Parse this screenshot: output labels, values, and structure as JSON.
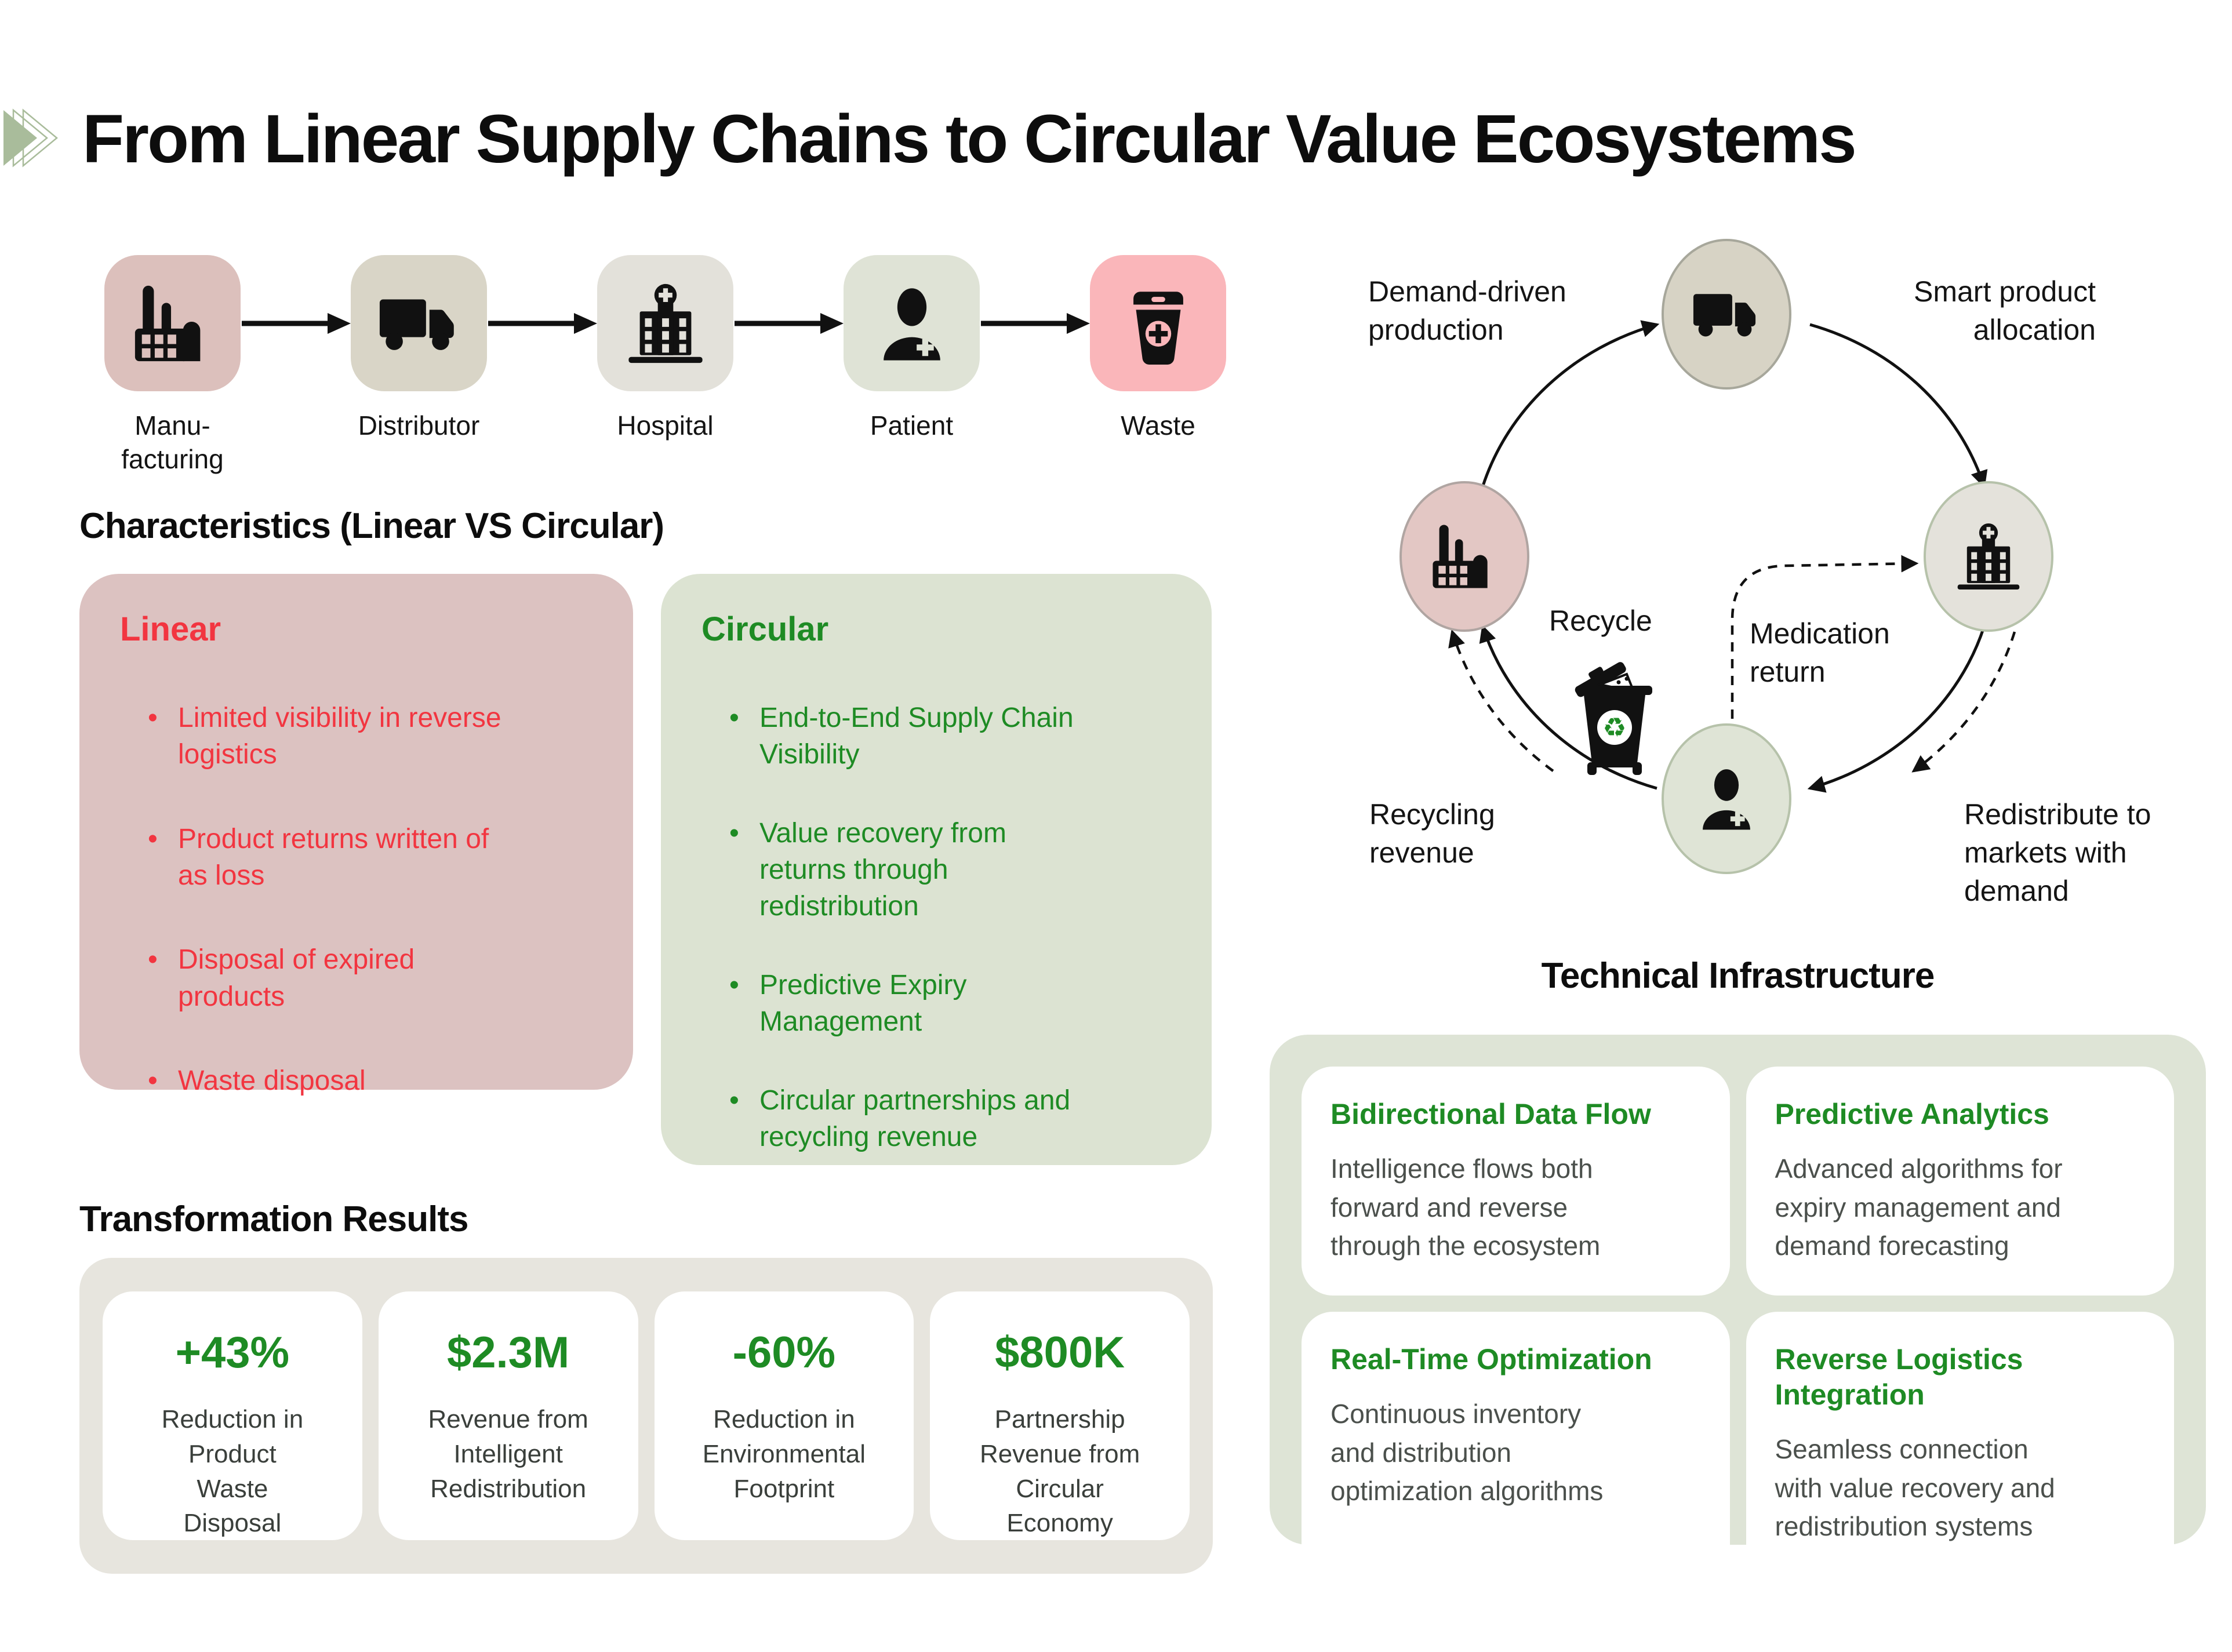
{
  "header": {
    "title": "From Linear Supply Chains to Circular Value Ecosystems"
  },
  "linear_chain": {
    "stages": [
      {
        "id": "manufacturing",
        "label": "Manu-\nfacturing",
        "icon": "factory-icon"
      },
      {
        "id": "distributor",
        "label": "Distributor",
        "icon": "truck-icon"
      },
      {
        "id": "hospital",
        "label": "Hospital",
        "icon": "hospital-icon"
      },
      {
        "id": "patient",
        "label": "Patient",
        "icon": "patient-icon"
      },
      {
        "id": "waste",
        "label": "Waste",
        "icon": "waste-bin-icon"
      }
    ]
  },
  "characteristics": {
    "heading": "Characteristics (Linear VS Circular)",
    "linear": {
      "title": "Linear",
      "bullets": [
        "Limited visibility in reverse\nlogistics",
        "Product returns written of\nas loss",
        "Disposal of expired\nproducts",
        "Waste disposal"
      ]
    },
    "circular": {
      "title": "Circular",
      "bullets": [
        "End-to-End Supply Chain\nVisibility",
        "Value recovery from\nreturns through\nredistribution",
        "Predictive Expiry\nManagement",
        "Circular partnerships and\nrecycling revenue"
      ]
    }
  },
  "transformation": {
    "heading": "Transformation Results",
    "stats": [
      {
        "value": "+43%",
        "label": "Reduction in\nProduct\nWaste\nDisposal"
      },
      {
        "value": "$2.3M",
        "label": "Revenue from\nIntelligent\nRedistribution"
      },
      {
        "value": "-60%",
        "label": "Reduction in\nEnvironmental\nFootprint"
      },
      {
        "value": "$800K",
        "label": "Partnership\nRevenue from\nCircular\nEconomy"
      }
    ]
  },
  "ecosystem": {
    "nodes": [
      {
        "id": "distributor",
        "icon": "truck-icon"
      },
      {
        "id": "manufacturing",
        "icon": "factory-icon"
      },
      {
        "id": "hospital",
        "icon": "hospital-icon"
      },
      {
        "id": "patient",
        "icon": "patient-icon"
      }
    ],
    "recycle_bin_icon": "recycle-bin-icon",
    "labels": {
      "demand": "Demand-driven\nproduction",
      "smart": "Smart product\nallocation",
      "recycle": "Recycle",
      "medication": "Medication\nreturn",
      "redistribute": "Redistribute to\nmarkets with\ndemand",
      "recycling_revenue": "Recycling\nrevenue"
    }
  },
  "technical": {
    "heading": "Technical Infrastructure",
    "cards": [
      {
        "title": "Bidirectional Data Flow",
        "body": "Intelligence flows both\nforward and reverse\nthrough the ecosystem"
      },
      {
        "title": "Predictive Analytics",
        "body": "Advanced algorithms for\nexpiry management and\ndemand forecasting"
      },
      {
        "title": "Real-Time Optimization",
        "body": "Continuous inventory\nand distribution\noptimization algorithms"
      },
      {
        "title": "Reverse Logistics\nIntegration",
        "body": "Seamless connection\nwith value recovery and\nredistribution systems"
      }
    ]
  },
  "colors": {
    "accent_green": "#1e8b24",
    "accent_red": "#f23540",
    "sage_logo": "#a9bc9b",
    "tile_manufacturing": "#dcc0bc",
    "tile_distributor": "#d9d5c7",
    "tile_hospital": "#e3e1da",
    "tile_patient": "#dfe3d6",
    "tile_waste": "#fab6ba",
    "panel_linear_bg": "#dcc2c1",
    "panel_circular_bg": "#dce3d2",
    "stats_container_bg": "#e7e5de",
    "tech_container_bg": "#dee4d6",
    "card_bg": "#ffffff",
    "text_dark": "#0d0d0d",
    "text_gray": "#4b504c"
  }
}
